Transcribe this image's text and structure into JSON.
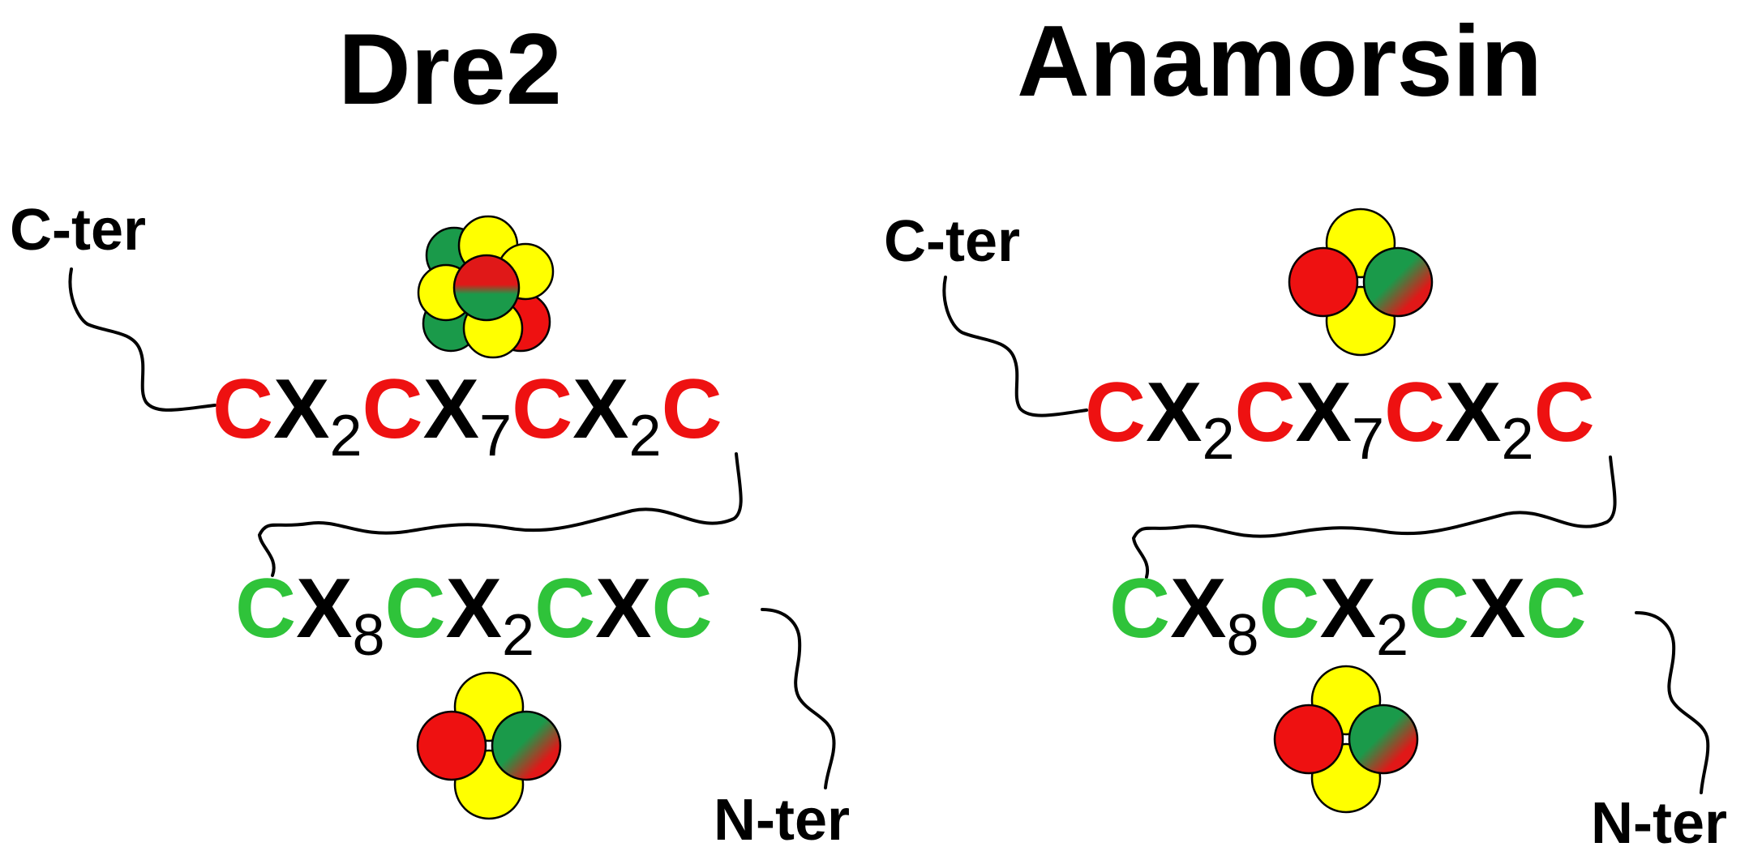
{
  "colors": {
    "red": "#ee1111",
    "green": "#2fc33a",
    "black": "#000000",
    "yellow": "#ffff00",
    "dark_green": "#1a9a4a"
  },
  "panels": [
    {
      "title": "Dre2",
      "c_ter": "C-ter",
      "n_ter": "N-ter",
      "top_motif": [
        {
          "t": "C",
          "c": "red"
        },
        {
          "t": "X",
          "c": "black"
        },
        {
          "t": "2",
          "c": "black",
          "sub": true
        },
        {
          "t": "C",
          "c": "red"
        },
        {
          "t": "X",
          "c": "black"
        },
        {
          "t": "7",
          "c": "black",
          "sub": true
        },
        {
          "t": "C",
          "c": "red"
        },
        {
          "t": "X",
          "c": "black"
        },
        {
          "t": "2",
          "c": "black",
          "sub": true
        },
        {
          "t": "C",
          "c": "red"
        }
      ],
      "bottom_motif": [
        {
          "t": "C",
          "c": "green"
        },
        {
          "t": "X",
          "c": "black"
        },
        {
          "t": "8",
          "c": "black",
          "sub": true
        },
        {
          "t": "C",
          "c": "green"
        },
        {
          "t": "X",
          "c": "black"
        },
        {
          "t": "2",
          "c": "black",
          "sub": true
        },
        {
          "t": "C",
          "c": "green"
        },
        {
          "t": "X",
          "c": "black"
        },
        {
          "t": "C",
          "c": "green"
        }
      ],
      "top_cluster_icon": "fe4s4-cluster-icon",
      "bottom_cluster_icon": "fe2s2-cluster-icon"
    },
    {
      "title": "Anamorsin",
      "c_ter": "C-ter",
      "n_ter": "N-ter",
      "top_motif": [
        {
          "t": "C",
          "c": "red"
        },
        {
          "t": "X",
          "c": "black"
        },
        {
          "t": "2",
          "c": "black",
          "sub": true
        },
        {
          "t": "C",
          "c": "red"
        },
        {
          "t": "X",
          "c": "black"
        },
        {
          "t": "7",
          "c": "black",
          "sub": true
        },
        {
          "t": "C",
          "c": "red"
        },
        {
          "t": "X",
          "c": "black"
        },
        {
          "t": "2",
          "c": "black",
          "sub": true
        },
        {
          "t": "C",
          "c": "red"
        }
      ],
      "bottom_motif": [
        {
          "t": "C",
          "c": "green"
        },
        {
          "t": "X",
          "c": "black"
        },
        {
          "t": "8",
          "c": "black",
          "sub": true
        },
        {
          "t": "C",
          "c": "green"
        },
        {
          "t": "X",
          "c": "black"
        },
        {
          "t": "2",
          "c": "black",
          "sub": true
        },
        {
          "t": "C",
          "c": "green"
        },
        {
          "t": "X",
          "c": "black"
        },
        {
          "t": "C",
          "c": "green"
        }
      ],
      "top_cluster_icon": "fe2s2-cluster-icon",
      "bottom_cluster_icon": "fe2s2-cluster-icon"
    }
  ]
}
